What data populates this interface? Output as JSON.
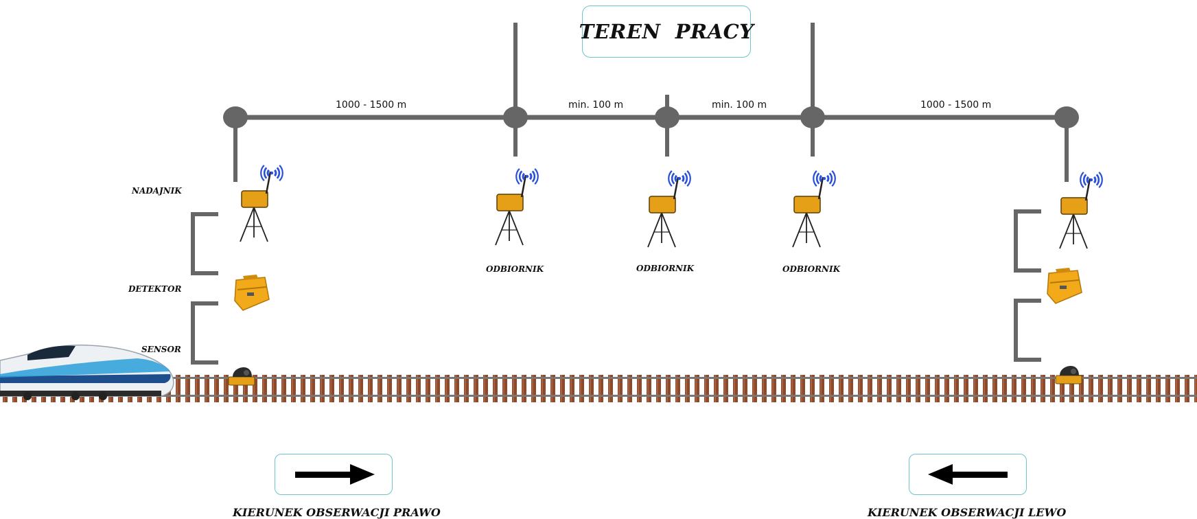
{
  "title": "TEREN  PRACY",
  "distances": [
    "1000 - 1500 m",
    "min. 100 m",
    "min. 100 m",
    "1000 - 1500 m"
  ],
  "labels": {
    "transmitter": "NADAJNIK",
    "detector": "DETEKTOR",
    "sensor": "SENSOR",
    "receiver_1": "ODBIORNIK",
    "receiver_2": "ODBIORNIK",
    "receiver_3": "ODBIORNIK"
  },
  "directions": {
    "right": "KIERUNEK OBSERWACJI PRAWO",
    "left": "KIERUNEK OBSERWACJI LEWO"
  },
  "colors": {
    "line": "#666666",
    "device": "#e5a018",
    "signal": "#2a4fd8",
    "rail": "#8b4a2b",
    "frame": "#6cc4cc"
  },
  "icons": [
    "radio-device-icon",
    "signal-waves-icon",
    "detector-case-icon",
    "rail-sensor-icon",
    "train-icon",
    "arrow-right-icon",
    "arrow-left-icon"
  ]
}
